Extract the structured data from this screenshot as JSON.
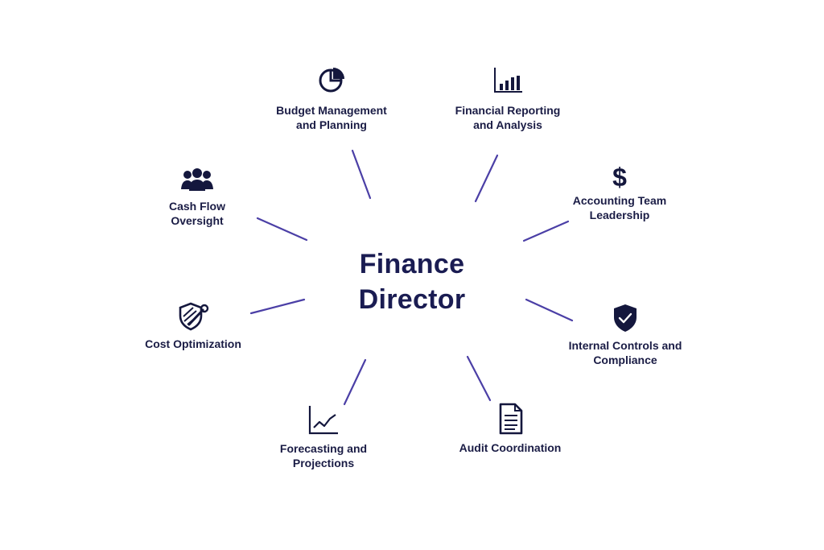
{
  "center": {
    "line1": "Finance",
    "line2": "Director"
  },
  "nodes": [
    {
      "id": "budget",
      "label": "Budget Management\nand Planning",
      "icon": "pie-chart-icon"
    },
    {
      "id": "reporting",
      "label": "Financial Reporting\nand Analysis",
      "icon": "bar-chart-icon"
    },
    {
      "id": "cashflow",
      "label": "Cash Flow\nOversight",
      "icon": "people-group-icon"
    },
    {
      "id": "accounting",
      "label": "Accounting Team\nLeadership",
      "icon": "dollar-sign-icon"
    },
    {
      "id": "cost",
      "label": "Cost Optimization",
      "icon": "shield-wrench-icon"
    },
    {
      "id": "controls",
      "label": "Internal Controls and\nCompliance",
      "icon": "shield-check-icon"
    },
    {
      "id": "forecasting",
      "label": "Forecasting and\nProjections",
      "icon": "line-chart-icon"
    },
    {
      "id": "audit",
      "label": "Audit Coordination",
      "icon": "document-icon"
    }
  ],
  "colors": {
    "text": "#1a1c52",
    "connector": "#4b3fa6",
    "icon": "#14173d"
  }
}
